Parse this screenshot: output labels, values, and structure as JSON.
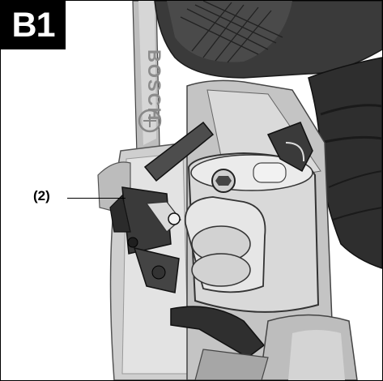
{
  "figure": {
    "label": "B1",
    "callout": "(2)",
    "brand_logo": "BOSCH",
    "colors": {
      "background": "#ffffff",
      "badge": "#000000",
      "housing_light": "#d4d4d4",
      "housing_mid": "#a8a8a8",
      "dark_parts": "#2f2f2f"
    }
  }
}
